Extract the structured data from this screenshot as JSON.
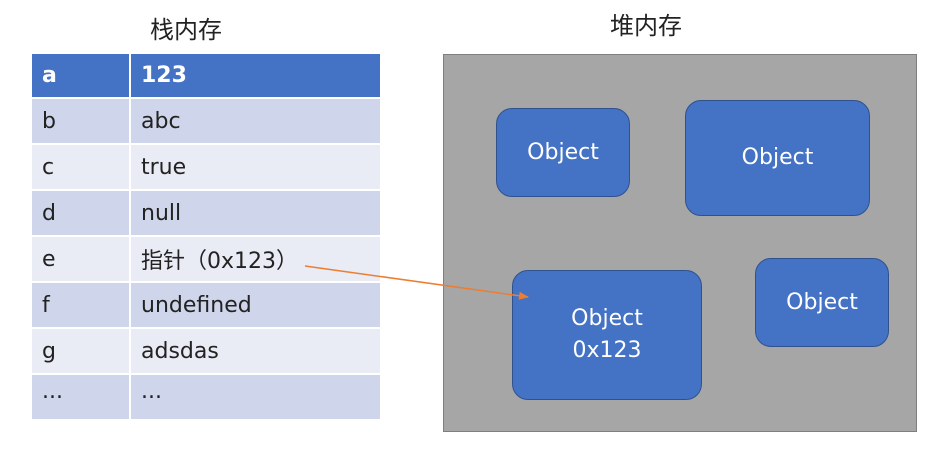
{
  "stack": {
    "title": "栈内存",
    "rows": [
      {
        "key": "a",
        "value": "123"
      },
      {
        "key": "b",
        "value": "abc"
      },
      {
        "key": "c",
        "value": "true"
      },
      {
        "key": "d",
        "value": "null"
      },
      {
        "key": "e",
        "value": "指针（0x123）"
      },
      {
        "key": "f",
        "value": "undefined"
      },
      {
        "key": "g",
        "value": "adsdas"
      },
      {
        "key": "...",
        "value": "..."
      }
    ]
  },
  "heap": {
    "title": "堆内存",
    "objects": [
      {
        "label": "Object",
        "address": ""
      },
      {
        "label": "Object",
        "address": ""
      },
      {
        "label": "Object",
        "address": "0x123"
      },
      {
        "label": "Object",
        "address": ""
      }
    ]
  },
  "colors": {
    "header_blue": "#4472c4",
    "row_dark": "#cfd5ea",
    "row_light": "#e9ebf5",
    "heap_gray": "#a6a6a6",
    "arrow_orange": "#ed7d31"
  }
}
